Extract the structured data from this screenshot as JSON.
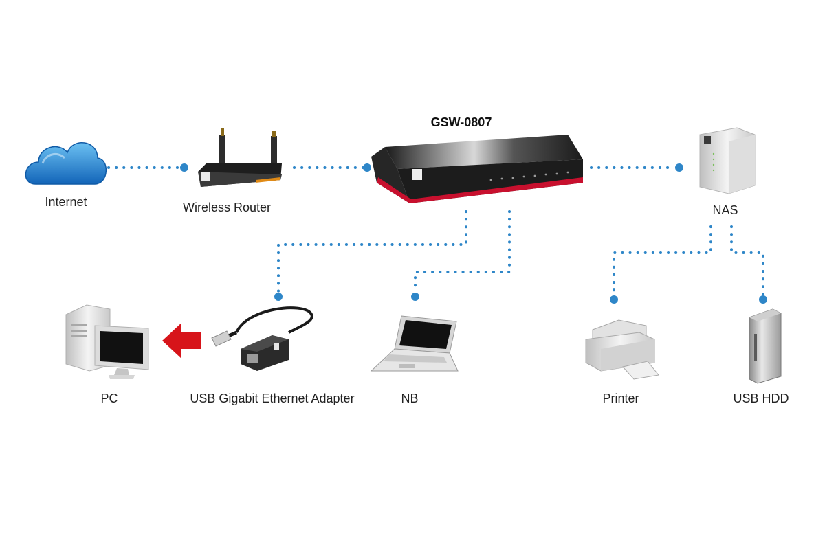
{
  "diagram": {
    "title": "GSW-0807",
    "nodes": {
      "internet": {
        "label": "Internet",
        "icon": "cloud-icon"
      },
      "router": {
        "label": "Wireless Router",
        "icon": "wireless-router-icon"
      },
      "switch": {
        "label": "GSW-0807",
        "icon": "switch-icon"
      },
      "nas": {
        "label": "NAS",
        "icon": "nas-icon"
      },
      "pc": {
        "label": "PC",
        "icon": "desktop-pc-icon"
      },
      "adapter": {
        "label": "USB Gigabit Ethernet Adapter",
        "icon": "usb-adapter-icon"
      },
      "nb": {
        "label": "NB",
        "icon": "notebook-icon"
      },
      "printer": {
        "label": "Printer",
        "icon": "printer-icon"
      },
      "hdd": {
        "label": "USB HDD",
        "icon": "usb-hdd-icon"
      }
    },
    "links": [
      [
        "internet",
        "router"
      ],
      [
        "router",
        "switch"
      ],
      [
        "switch",
        "nas"
      ],
      [
        "switch",
        "adapter"
      ],
      [
        "switch",
        "nb"
      ],
      [
        "nas",
        "printer"
      ],
      [
        "nas",
        "hdd"
      ],
      [
        "adapter",
        "pc"
      ]
    ],
    "colors": {
      "connector": "#2e86c8",
      "arrow": "#d7141a",
      "switch_accent": "#c8102e",
      "cloud": "#1f86d6"
    }
  }
}
